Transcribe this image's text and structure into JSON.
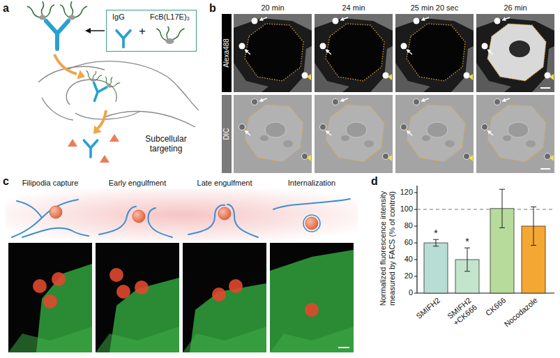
{
  "diagram": {
    "nodes": [
      {
        "text": [
          "IgG",
          "+",
          "FcB(L17E)₃"
        ]
      }
    ],
    "labels": [
      "a",
      "b",
      "c",
      "d",
      "Subcellular targeting",
      "20 min",
      "24 min",
      "25 min 20 sec",
      "26 min",
      "Alexa488",
      "DIC",
      "Filipodia capture",
      "Early engulfment",
      "Late engulfment",
      "Internalization",
      "*",
      "*",
      "0",
      "20",
      "40",
      "60",
      "80",
      "100",
      "120",
      "SMIFH2",
      "SMIFH2 +CK666",
      "CK666",
      "Nocodazole",
      "Normalized fluorescence intensity measured by FACS (% of control)"
    ]
  }
}
